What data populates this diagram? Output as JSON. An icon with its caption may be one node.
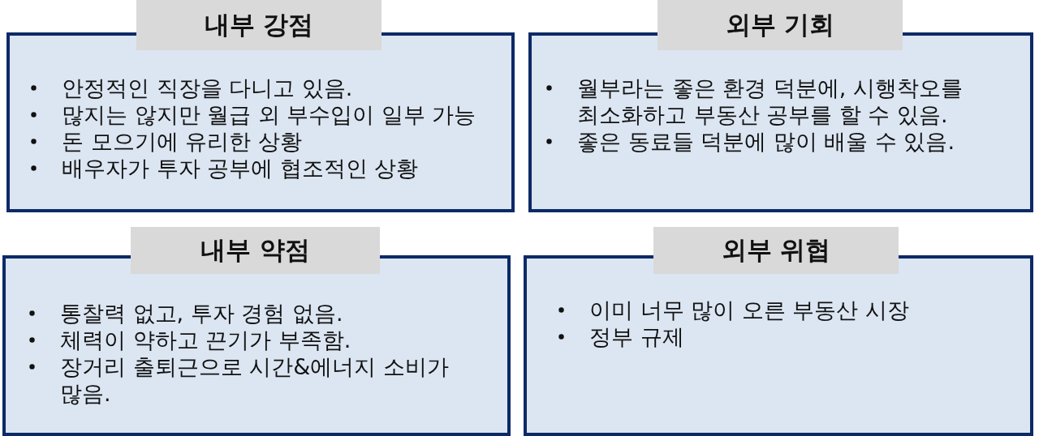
{
  "diagram": {
    "nodes": [
      {
        "text": [
          "내부 강점"
        ]
      },
      {
        "text": [
          "안정적인 직장을 다니고 있음.",
          "많지는 않지만 월급 외 부수입이 일부 가능",
          "돈 모으기에 유리한 상황",
          "배우자가 투자 공부에 협조적인 상황"
        ]
      },
      {
        "text": [
          "외부 기회"
        ]
      },
      {
        "text": [
          "월부라는 좋은 환경 덕분에, 시행착오를 최소화하고 부동산 공부를 할 수 있음.",
          "좋은 동료들 덕분에 많이 배울 수 있음."
        ]
      },
      {
        "text": [
          "내부 약점"
        ]
      },
      {
        "text": [
          "통찰력 없고, 투자 경험 없음.",
          "체력이 약하고 끈기가 부족함.",
          "장거리 출퇴근으로 시간&에너지 소비가 많음."
        ]
      },
      {
        "text": [
          "외부 위협"
        ]
      },
      {
        "text": [
          "이미 너무 많이 오른 부동산 시장",
          "정부 규제"
        ]
      }
    ]
  }
}
